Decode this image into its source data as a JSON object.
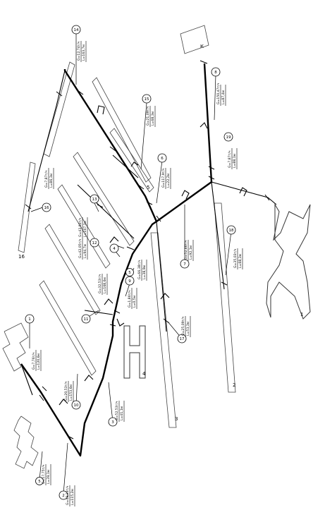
{
  "nodes": [
    {
      "id": "n14",
      "label": "14"
    },
    {
      "id": "n15",
      "label": "15"
    },
    {
      "id": "n16",
      "label": "16"
    },
    {
      "id": "n13",
      "label": "13"
    },
    {
      "id": "n12",
      "label": "12"
    },
    {
      "id": "n11",
      "label": "11"
    },
    {
      "id": "n10",
      "label": "10"
    },
    {
      "id": "n9",
      "label": "9"
    },
    {
      "id": "n8",
      "label": "8"
    },
    {
      "id": "n7",
      "label": "7"
    },
    {
      "id": "n6",
      "label": "6"
    },
    {
      "id": "n5",
      "label": "5"
    },
    {
      "id": "n4",
      "label": "4"
    },
    {
      "id": "n3",
      "label": "3"
    },
    {
      "id": "n2",
      "label": "2"
    },
    {
      "id": "n1",
      "label": "1"
    },
    {
      "id": "n17",
      "label": "17"
    },
    {
      "id": "n18",
      "label": "18"
    },
    {
      "id": "n19",
      "label": "19"
    }
  ],
  "labels": [
    {
      "id": "lbl1",
      "l1": "G=12,74т/ч",
      "l2": "L=163,7м"
    },
    {
      "id": "lbl2",
      "l1": "G=150,47т/ч",
      "l2": "L=87,4м"
    },
    {
      "id": "lbl3",
      "l1": "G=21,09т/ч",
      "l2": "L=68,3м"
    },
    {
      "id": "lbl4",
      "l1": "G=7,87т/ч",
      "l2": "L=88,1м"
    },
    {
      "id": "lbl5",
      "l1": "G=117,9т/ч",
      "l2": "L=22,2м"
    },
    {
      "id": "lbl6",
      "l1": "G=7,87т/ч",
      "l2": "L=86,3м"
    },
    {
      "id": "lbl7",
      "l1": "G=43,92т/ч",
      "l2": "L=167,3м"
    },
    {
      "id": "lbl8",
      "l1": "G=52,86т/ч",
      "l2": "L=92,1м"
    },
    {
      "id": "lbl9",
      "l1": "G=25,09т/ч",
      "l2": "L=53,3м"
    },
    {
      "id": "lbl10",
      "l1": "G=66,38т/ч",
      "l2": "L=38,9м"
    },
    {
      "id": "lbl11",
      "l1": "G=42,05т/ч",
      "l2": "L=94,7м"
    },
    {
      "id": "lbl12",
      "l1": "G=1,86т/ч",
      "l2": "L=0,5м"
    },
    {
      "id": "lbl13",
      "l1": "G=32,53т/ч",
      "l2": "L=168,6м"
    },
    {
      "id": "lbl14",
      "l1": "G=35,03т/ч",
      "l2": "L=68,3м"
    },
    {
      "id": "lbl15",
      "l1": "G=7,76т/ч",
      "l2": "L=120,6м"
    },
    {
      "id": "lbl16",
      "l1": "G=20,53т/ч",
      "l2": "L=153,6м"
    },
    {
      "id": "lbl17",
      "l1": "G=52,53т/ч",
      "l2": "L=41,1м"
    },
    {
      "id": "lbl18",
      "l1": "G=17,75т/ч",
      "l2": "L=39,1м"
    },
    {
      "id": "lbl19",
      "l1": "G=42,33т/ч",
      "l2": "L=115,2м"
    }
  ],
  "buildings": {
    "b1": "1",
    "b2": "2",
    "b3": "3",
    "b4": "4",
    "b5": "5",
    "b16": "16",
    "bK": "К"
  }
}
